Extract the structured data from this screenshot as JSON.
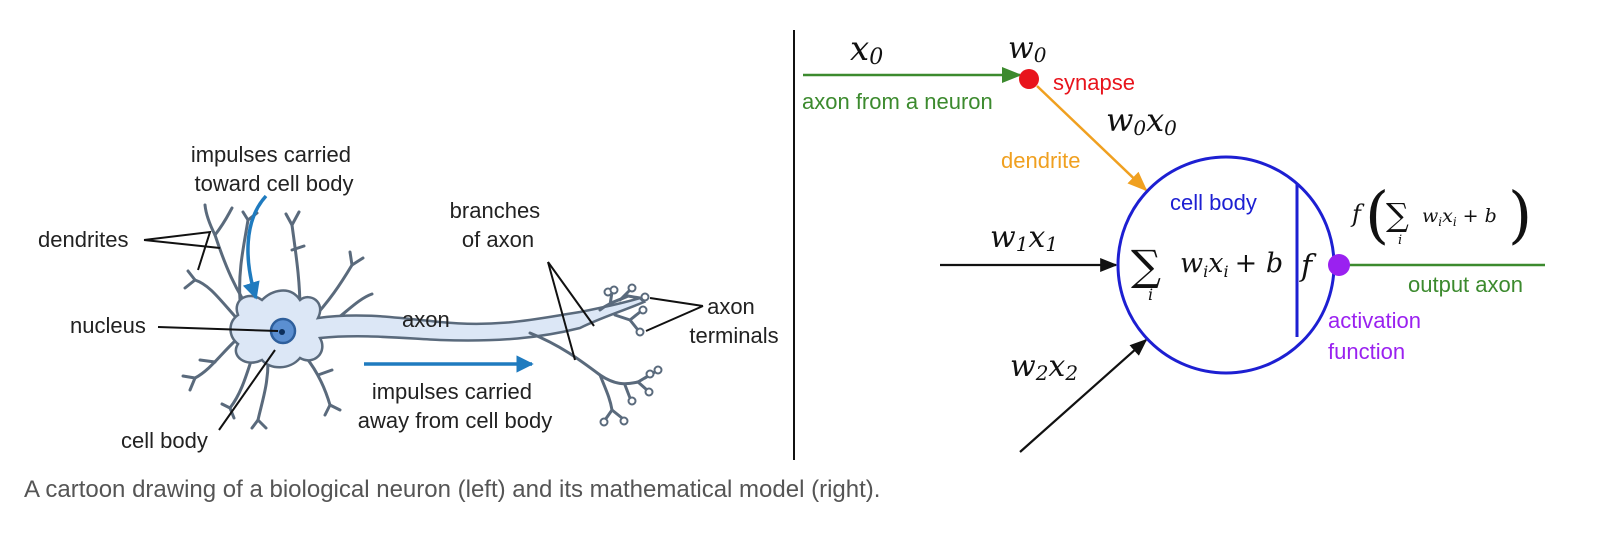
{
  "caption": "A cartoon drawing of a biological neuron (left) and its mathematical model (right).",
  "colors": {
    "membrane_fill": "#dce7f6",
    "membrane_stroke": "#5a6a7c",
    "nucleus": "#5b8fd1",
    "impulse_arrow": "#1f7bbf",
    "axon_in": "#3c8a2e",
    "synapse": "#e8141c",
    "dendrite": "#f0a020",
    "cell_body": "#1d1fd2",
    "activation": "#9a21f0",
    "output": "#3c8a2e"
  },
  "left": {
    "impulses_toward": [
      "impulses carried",
      "toward cell body"
    ],
    "dendrites": "dendrites",
    "nucleus": "nucleus",
    "cell_body": "cell body",
    "axon": "axon",
    "branches": [
      "branches",
      "of axon"
    ],
    "terminals": [
      "axon",
      "terminals"
    ],
    "impulses_away": [
      "impulses carried",
      "away from cell body"
    ]
  },
  "right": {
    "x0": {
      "base": "x",
      "sub": "0"
    },
    "w0": {
      "base": "w",
      "sub": "0"
    },
    "synapse": "synapse",
    "axon_from_neuron": "axon from a neuron",
    "w0x0": {
      "a": "w",
      "as": "0",
      "b": "x",
      "bs": "0"
    },
    "dendrite": "dendrite",
    "cell_body": "cell body",
    "w1x1": {
      "a": "w",
      "as": "1",
      "b": "x",
      "bs": "1"
    },
    "w2x2": {
      "a": "w",
      "as": "2",
      "b": "x",
      "bs": "2"
    },
    "sum": {
      "sigma": "∑",
      "index": "i",
      "w": "w",
      "wi": "i",
      "x": "x",
      "xi": "i",
      "plus_b": "+ b"
    },
    "f": "f",
    "activation": [
      "activation",
      "function"
    ],
    "output_axon": "output axon",
    "output_formula": {
      "f": "f",
      "open": "(",
      "sigma": "∑",
      "index": "i",
      "w": "w",
      "wi": "i",
      "x": "x",
      "xi": "i",
      "plus_b": "+ b",
      "close": ")"
    }
  }
}
